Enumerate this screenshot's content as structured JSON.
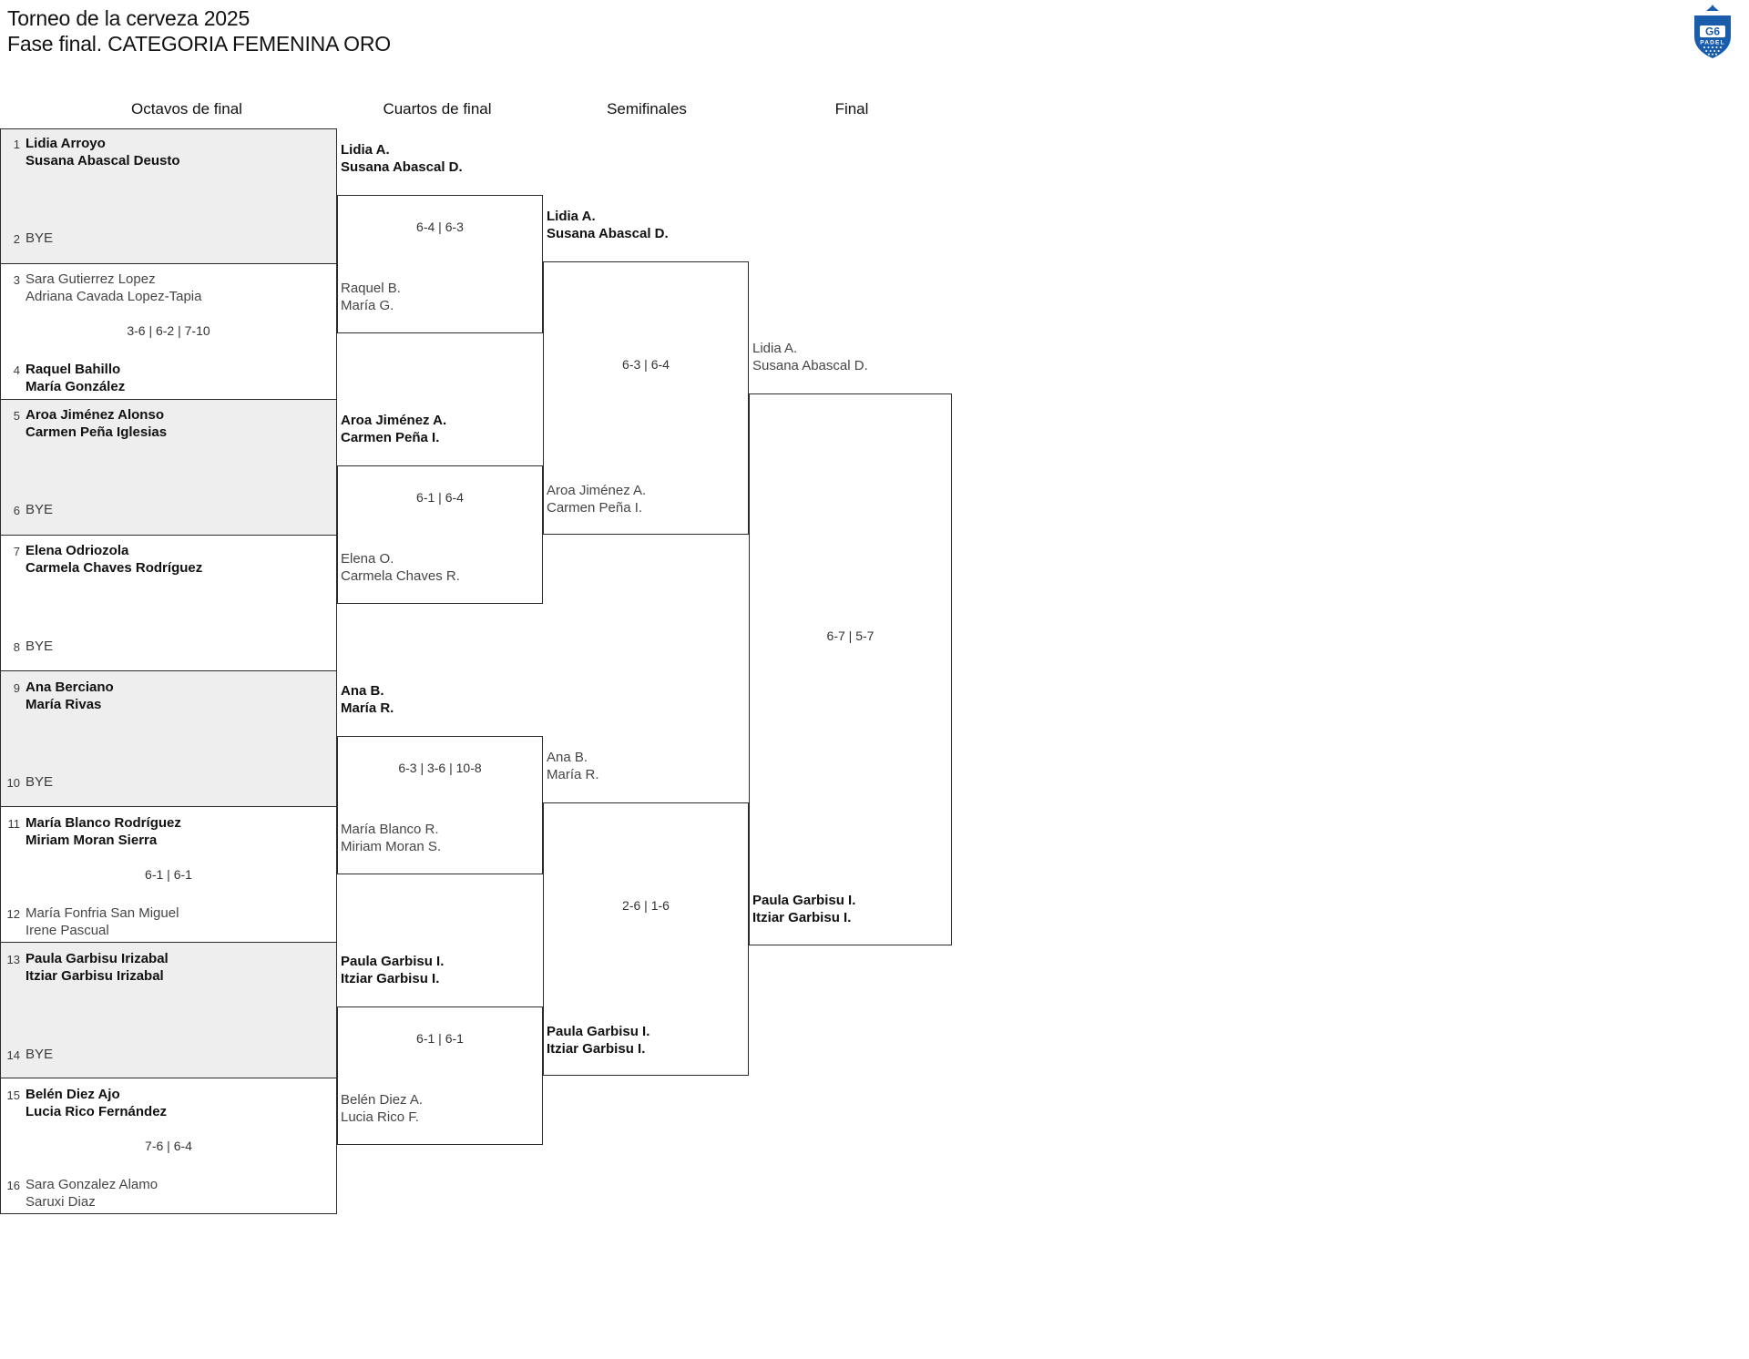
{
  "header": {
    "title_line1": "Torneo de la cerveza 2025",
    "title_line2": "Fase final. CATEGORIA FEMENINA ORO",
    "logo": {
      "brand": "G6",
      "sub": "PADEL",
      "color": "#1a5eab"
    }
  },
  "rounds": [
    {
      "key": "r16",
      "label": "Octavos de final"
    },
    {
      "key": "qf",
      "label": "Cuartos de final"
    },
    {
      "key": "sf",
      "label": "Semifinales"
    },
    {
      "key": "f",
      "label": "Final"
    }
  ],
  "r16": {
    "slots": [
      {
        "seed": "1",
        "p1": "Lidia Arroyo",
        "p2": "Susana Abascal Deusto",
        "status": "win",
        "bye": false
      },
      {
        "seed": "2",
        "p1": "BYE",
        "p2": "",
        "status": "bye",
        "bye": true
      },
      {
        "seed": "3",
        "p1": "Sara Gutierrez Lopez",
        "p2": "Adriana Cavada Lopez-Tapia",
        "status": "lose",
        "bye": false
      },
      {
        "seed": "4",
        "p1": "Raquel Bahillo",
        "p2": "María González",
        "status": "win",
        "bye": false
      },
      {
        "seed": "5",
        "p1": "Aroa Jiménez Alonso",
        "p2": "Carmen Peña Iglesias",
        "status": "win",
        "bye": false
      },
      {
        "seed": "6",
        "p1": "BYE",
        "p2": "",
        "status": "bye",
        "bye": true
      },
      {
        "seed": "7",
        "p1": "Elena Odriozola",
        "p2": "Carmela Chaves Rodríguez",
        "status": "win",
        "bye": false
      },
      {
        "seed": "8",
        "p1": "BYE",
        "p2": "",
        "status": "bye",
        "bye": true
      },
      {
        "seed": "9",
        "p1": "Ana Berciano",
        "p2": "María Rivas",
        "status": "win",
        "bye": false
      },
      {
        "seed": "10",
        "p1": "BYE",
        "p2": "",
        "status": "bye",
        "bye": true
      },
      {
        "seed": "11",
        "p1": "María Blanco Rodríguez",
        "p2": "Miriam Moran Sierra",
        "status": "win",
        "bye": false
      },
      {
        "seed": "12",
        "p1": "María Fonfria San Miguel",
        "p2": "Irene Pascual",
        "status": "lose",
        "bye": false
      },
      {
        "seed": "13",
        "p1": "Paula Garbisu Irizabal",
        "p2": "Itziar Garbisu Irizabal",
        "status": "win",
        "bye": false
      },
      {
        "seed": "14",
        "p1": "BYE",
        "p2": "",
        "status": "bye",
        "bye": true
      },
      {
        "seed": "15",
        "p1": "Belén Diez Ajo",
        "p2": "Lucia Rico Fernández",
        "status": "win",
        "bye": false
      },
      {
        "seed": "16",
        "p1": "Sara Gonzalez Alamo",
        "p2": "Saruxi Diaz",
        "status": "lose",
        "bye": false
      }
    ],
    "scores": [
      "",
      "3-6 | 6-2 | 7-10",
      "",
      "",
      "",
      "6-1 | 6-1",
      "",
      "7-6 | 6-4"
    ]
  },
  "qf": {
    "matches": [
      {
        "top": {
          "p1": "Lidia A.",
          "p2": "Susana Abascal D.",
          "status": "win"
        },
        "bot": {
          "p1": "Raquel B.",
          "p2": "María G.",
          "status": "lose"
        },
        "score": "6-4 | 6-3"
      },
      {
        "top": {
          "p1": "Aroa Jiménez A.",
          "p2": "Carmen Peña I.",
          "status": "win"
        },
        "bot": {
          "p1": "Elena O.",
          "p2": "Carmela Chaves R.",
          "status": "lose"
        },
        "score": "6-1 | 6-4"
      },
      {
        "top": {
          "p1": "Ana B.",
          "p2": "María R.",
          "status": "win"
        },
        "bot": {
          "p1": "María Blanco R.",
          "p2": "Miriam Moran S.",
          "status": "lose"
        },
        "score": "6-3 | 3-6 | 10-8"
      },
      {
        "top": {
          "p1": "Paula Garbisu I.",
          "p2": "Itziar Garbisu I.",
          "status": "win"
        },
        "bot": {
          "p1": "Belén Diez A.",
          "p2": "Lucia Rico F.",
          "status": "lose"
        },
        "score": "6-1 | 6-1"
      }
    ]
  },
  "sf": {
    "matches": [
      {
        "top": {
          "p1": "Lidia A.",
          "p2": "Susana Abascal D.",
          "status": "win"
        },
        "bot": {
          "p1": "Aroa Jiménez A.",
          "p2": "Carmen Peña I.",
          "status": "lose"
        },
        "score": "6-3 | 6-4"
      },
      {
        "top": {
          "p1": "Ana B.",
          "p2": "María R.",
          "status": "lose"
        },
        "bot": {
          "p1": "Paula Garbisu I.",
          "p2": "Itziar Garbisu I.",
          "status": "win"
        },
        "score": "2-6 | 1-6"
      }
    ]
  },
  "final": {
    "top": {
      "p1": "Lidia A.",
      "p2": "Susana Abascal D.",
      "status": "lose"
    },
    "bot": {
      "p1": "Paula Garbisu I.",
      "p2": "Itziar Garbisu I.",
      "status": "win"
    },
    "score": "6-7 | 5-7",
    "champion": {
      "p1": "Paula Garbisu I.",
      "p2": "Itziar Garbisu I."
    }
  }
}
